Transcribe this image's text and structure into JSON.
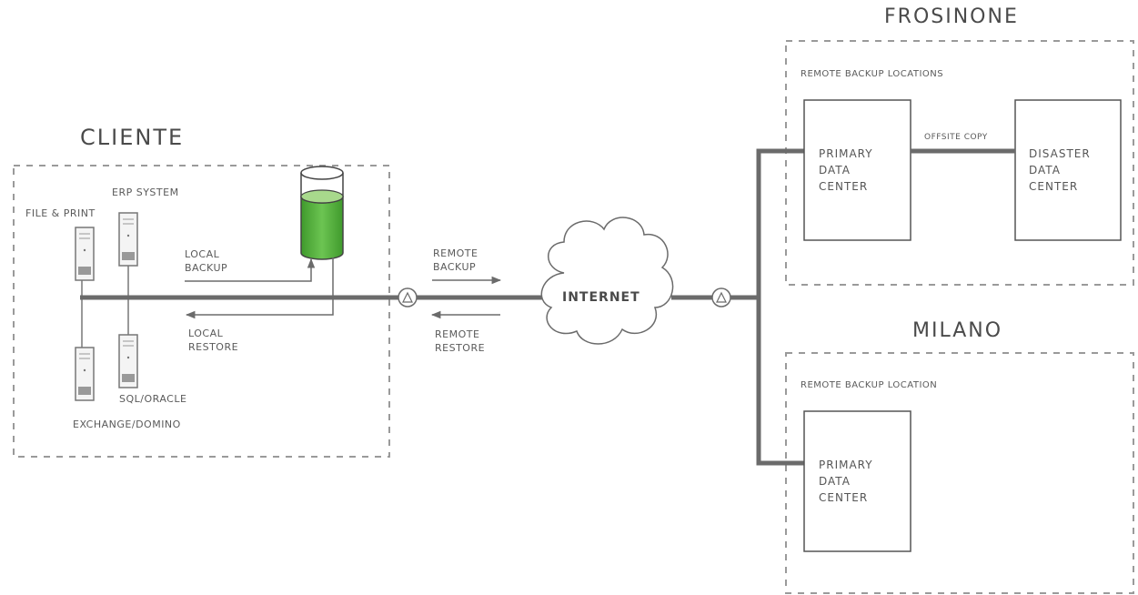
{
  "cliente": {
    "title": "CLIENTE",
    "erp_system": "ERP SYSTEM",
    "file_print": "FILE & PRINT",
    "sql_oracle": "SQL/ORACLE",
    "exchange_domino": "EXCHANGE/DOMINO",
    "local_backup_1": "LOCAL",
    "local_backup_2": "BACKUP",
    "local_restore_1": "LOCAL",
    "local_restore_2": "RESTORE"
  },
  "network": {
    "remote_backup_1": "REMOTE",
    "remote_backup_2": "BACKUP",
    "remote_restore_1": "REMOTE",
    "remote_restore_2": "RESTORE",
    "internet": "INTERNET"
  },
  "frosinone": {
    "title": "FROSINONE",
    "section_label": "REMOTE BACKUP LOCATIONS",
    "primary_1": "PRIMARY",
    "primary_2": "DATA",
    "primary_3": "CENTER",
    "offsite_copy": "OFFSITE COPY",
    "disaster_1": "DISASTER",
    "disaster_2": "DATA",
    "disaster_3": "CENTER"
  },
  "milano": {
    "title": "MILANO",
    "section_label": "REMOTE BACKUP LOCATION",
    "primary_1": "PRIMARY",
    "primary_2": "DATA",
    "primary_3": "CENTER"
  },
  "colors": {
    "line": "#6b6b6b",
    "dash": "#9a9a9a",
    "database_fill": "#5db544",
    "database_top": "#a8d98c"
  }
}
